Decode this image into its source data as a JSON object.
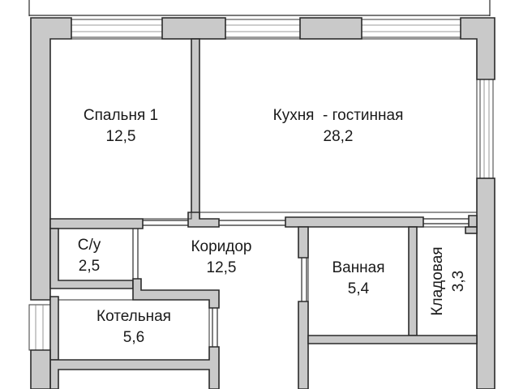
{
  "plan": {
    "rooms": [
      {
        "id": "bedroom",
        "name": "Спальня 1",
        "area": "12,5"
      },
      {
        "id": "kitchen",
        "name": "Кухня  - гостинная",
        "area": "28,2"
      },
      {
        "id": "wc",
        "name": "С/у",
        "area": "2,5"
      },
      {
        "id": "corridor",
        "name": "Коридор",
        "area": "12,5"
      },
      {
        "id": "bathroom",
        "name": "Ванная",
        "area": "5,4"
      },
      {
        "id": "storage",
        "name": "Кладовая",
        "area": "3,3"
      },
      {
        "id": "boiler",
        "name": "Котельная",
        "area": "5,6"
      }
    ],
    "colors": {
      "wall_fill": "#c9c9c9",
      "wall_stroke": "#2b2b2b",
      "background": "#ffffff"
    }
  }
}
